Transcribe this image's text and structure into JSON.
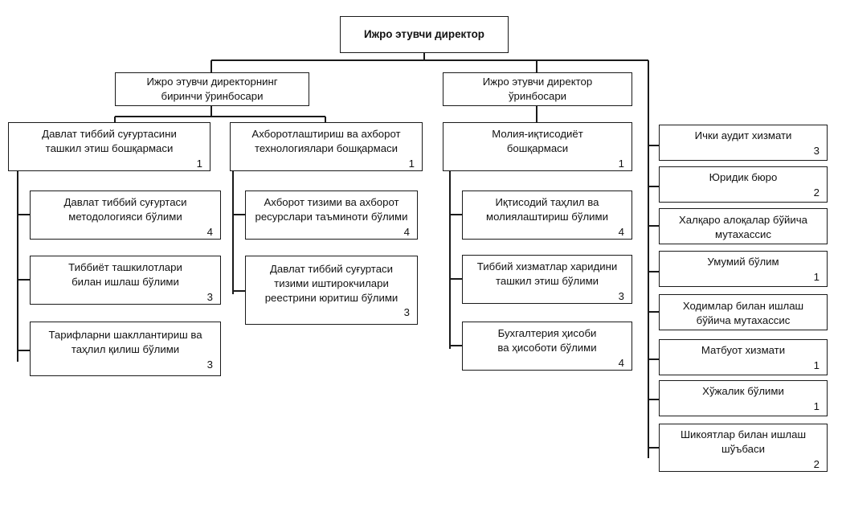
{
  "chart_data": {
    "type": "diagram",
    "title": "Ижро этувчи директор",
    "subtype": "organizational-hierarchy",
    "units_legend": "Number in lower-right corner of each box denotes staff count"
  },
  "root": {
    "label": "Ижро этувчи директор",
    "count": ""
  },
  "deputies": [
    {
      "id": "first-deputy",
      "label": "Ижро этувчи директорнинг\nбиринчи ўринбосари",
      "count": ""
    },
    {
      "id": "deputy",
      "label": "Ижро этувчи директор\nўринбосари",
      "count": ""
    }
  ],
  "departments": [
    {
      "id": "state-medical-insurance",
      "label": "Давлат тиббий суғуртасини\nташкил этиш бошқармаси",
      "count": "1",
      "divisions": [
        {
          "id": "insurance-methodology",
          "label": "Давлат тиббий суғуртаси\nметодологияси бўлими",
          "count": "4"
        },
        {
          "id": "medical-organizations",
          "label": "Тиббиёт ташкилотлари\nбилан ишлаш бўлими",
          "count": "3"
        },
        {
          "id": "tariffs-analysis",
          "label": "Тарифларни шакллантириш ва\nтаҳлил қилиш бўлими",
          "count": "3"
        }
      ]
    },
    {
      "id": "informatization-it",
      "label": "Ахборотлаштириш ва ахборот\nтехнологиялари бошқармаси",
      "count": "1",
      "divisions": [
        {
          "id": "info-systems-resources",
          "label": "Ахборот тизими ва ахборот\nресурслари таъминоти бўлими",
          "count": "4"
        },
        {
          "id": "participants-registry",
          "label": "Давлат тиббий суғуртаси\nтизими иштирокчилари\nреестрини юритиш бўлими",
          "count": "3"
        }
      ]
    },
    {
      "id": "finance-economics",
      "label": "Молия-иқтисодиёт\nбошқармаси",
      "count": "1",
      "divisions": [
        {
          "id": "economic-analysis-financing",
          "label": "Иқтисодий таҳлил ва\nмолиялаштириш бўлими",
          "count": "4"
        },
        {
          "id": "medical-services-procurement",
          "label": "Тиббий хизматлар харидини\nташкил этиш бўлими",
          "count": "3"
        },
        {
          "id": "accounting-reporting",
          "label": "Бухгалтерия ҳисоби\nва ҳисоботи бўлими",
          "count": "4"
        }
      ]
    }
  ],
  "direct_units": [
    {
      "id": "internal-audit",
      "label": "Ички аудит хизмати",
      "count": "3"
    },
    {
      "id": "legal-bureau",
      "label": "Юридик бюро",
      "count": "2"
    },
    {
      "id": "international-relations",
      "label": "Халқаро алоқалар бўйича\nмутахассис",
      "count": ""
    },
    {
      "id": "general-division",
      "label": "Умумий бўлим",
      "count": "1"
    },
    {
      "id": "hr-specialist",
      "label": "Ходимлар билан ишлаш\nбўйича мутахассис",
      "count": ""
    },
    {
      "id": "press-service",
      "label": "Матбуот хизмати",
      "count": "1"
    },
    {
      "id": "economic-division",
      "label": "Хўжалик бўлими",
      "count": "1"
    },
    {
      "id": "complaints-department",
      "label": "Шикоятлар билан ишлаш\nшўъбаси",
      "count": "2"
    }
  ],
  "colors": {
    "border": "#1a1a1a",
    "text": "#111111",
    "background": "#ffffff"
  }
}
